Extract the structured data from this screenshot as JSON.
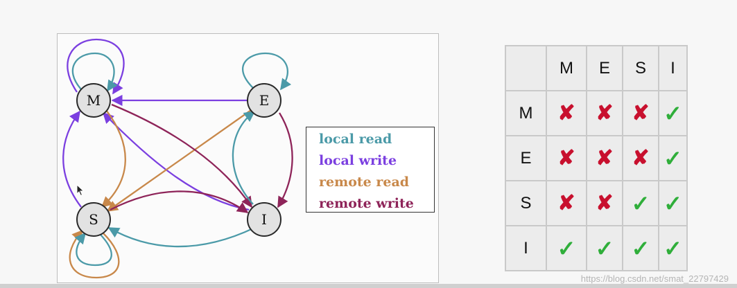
{
  "diagram": {
    "states": [
      {
        "id": "M",
        "label": "M"
      },
      {
        "id": "E",
        "label": "E"
      },
      {
        "id": "S",
        "label": "S"
      },
      {
        "id": "I",
        "label": "I"
      }
    ],
    "legend": [
      {
        "key": "local_read",
        "label": "local read",
        "color": "#4b9aa8"
      },
      {
        "key": "local_write",
        "label": "local write",
        "color": "#7b3fe0"
      },
      {
        "key": "remote_read",
        "label": "remote read",
        "color": "#c8884a"
      },
      {
        "key": "remote_write",
        "label": "remote write",
        "color": "#8e2459"
      }
    ],
    "transitions": [
      {
        "from": "M",
        "to": "M",
        "type": "local_read"
      },
      {
        "from": "M",
        "to": "M",
        "type": "local_write"
      },
      {
        "from": "E",
        "to": "E",
        "type": "local_read"
      },
      {
        "from": "E",
        "to": "M",
        "type": "local_write"
      },
      {
        "from": "S",
        "to": "S",
        "type": "local_read"
      },
      {
        "from": "S",
        "to": "S",
        "type": "remote_read"
      },
      {
        "from": "S",
        "to": "M",
        "type": "local_write"
      },
      {
        "from": "I",
        "to": "M",
        "type": "local_write"
      },
      {
        "from": "M",
        "to": "S",
        "type": "remote_read"
      },
      {
        "from": "E",
        "to": "S",
        "type": "remote_read"
      },
      {
        "from": "M",
        "to": "I",
        "type": "remote_write"
      },
      {
        "from": "E",
        "to": "I",
        "type": "remote_write"
      },
      {
        "from": "S",
        "to": "I",
        "type": "remote_write"
      },
      {
        "from": "I",
        "to": "E",
        "type": "local_read"
      },
      {
        "from": "I",
        "to": "S",
        "type": "local_read"
      }
    ]
  },
  "matrix": {
    "headers": [
      "",
      "M",
      "E",
      "S",
      "I"
    ],
    "rows": [
      {
        "label": "M",
        "cells": [
          "no",
          "no",
          "no",
          "yes"
        ]
      },
      {
        "label": "E",
        "cells": [
          "no",
          "no",
          "no",
          "yes"
        ]
      },
      {
        "label": "S",
        "cells": [
          "no",
          "no",
          "yes",
          "yes"
        ]
      },
      {
        "label": "I",
        "cells": [
          "yes",
          "yes",
          "yes",
          "yes"
        ]
      }
    ],
    "symbols": {
      "yes": "✓",
      "no": "✘"
    }
  },
  "watermark": "https://blog.csdn.net/smat_22797429"
}
